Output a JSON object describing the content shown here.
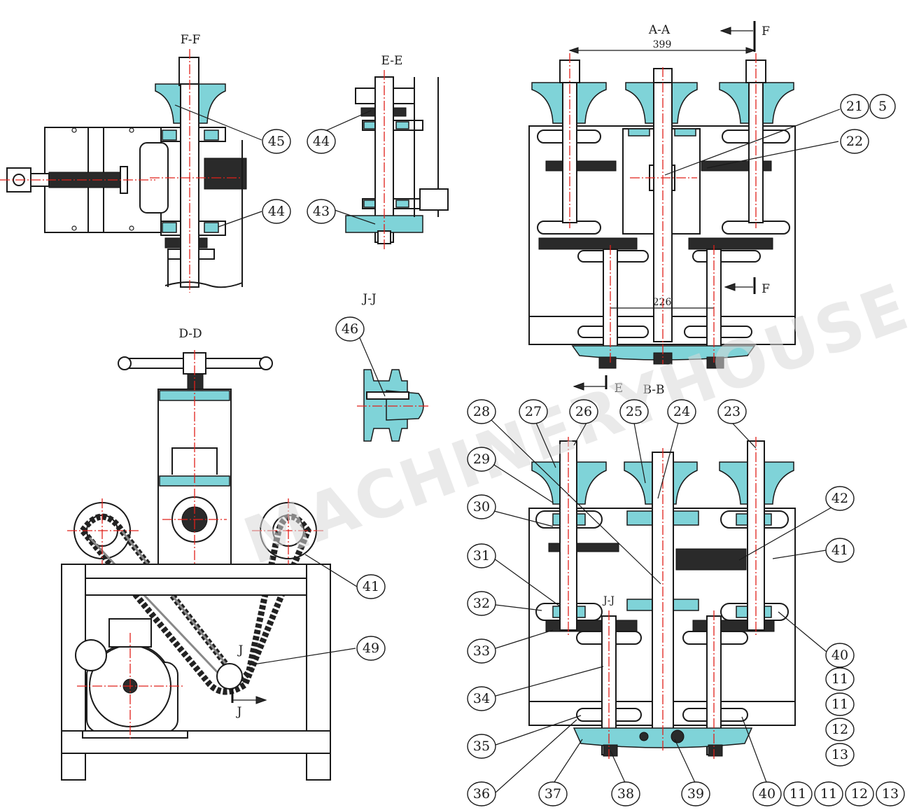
{
  "sections": {
    "ff": "F-F",
    "ee": "E-E",
    "aa": "A-A",
    "jj": "J-J",
    "dd": "D-D",
    "bb": "B-B"
  },
  "dimensions": {
    "aa_width": "399",
    "aa_center": "226"
  },
  "markers": {
    "f_top": "F",
    "f_mid": "F",
    "e_bottom": "E",
    "j_top": "J",
    "j_bottom": "J",
    "jj_small": "J-J"
  },
  "watermark": "MACHINERYHOUSE",
  "balloons": {
    "b45": "45",
    "b44a": "44",
    "b44b": "44",
    "b43": "43",
    "b21": "21",
    "b5": "5",
    "b22": "22",
    "b46": "46",
    "b41a": "41",
    "b49": "49",
    "b28": "28",
    "b27": "27",
    "b26": "26",
    "b25": "25",
    "b24": "24",
    "b23": "23",
    "b29": "29",
    "b30": "30",
    "b31": "31",
    "b32": "32",
    "b33": "33",
    "b34": "34",
    "b35": "35",
    "b42": "42",
    "b41b": "41",
    "b40a": "40",
    "b11a": "11",
    "b11b": "11",
    "b12a": "12",
    "b13a": "13",
    "b36": "36",
    "b37": "37",
    "b38": "38",
    "b39": "39",
    "b40b": "40",
    "b11c": "11",
    "b11d": "11",
    "b12b": "12",
    "b13b": "13"
  },
  "colors": {
    "accent_fill": "#7fd3d8",
    "center_line": "#e0201a"
  }
}
